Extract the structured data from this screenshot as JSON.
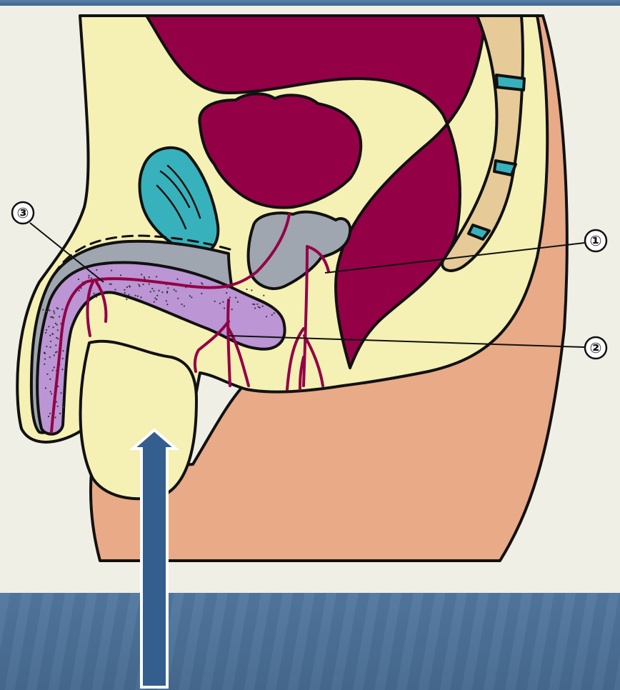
{
  "diagram": {
    "markers": [
      {
        "id": "marker-1",
        "text": "①"
      },
      {
        "id": "marker-2",
        "text": "②"
      },
      {
        "id": "marker-3",
        "text": "③"
      }
    ]
  },
  "colors": {
    "background": "#f0efe6",
    "slide_blue": "#4a6f98",
    "body_yellow": "#f5f0b4",
    "skin": "#e9aa88",
    "organ_maroon": "#930046",
    "bone_teal": "#37b2bc",
    "prostate_gray": "#a0a6b0",
    "corpus_purple": "#bb95d4",
    "vertebra_beige": "#e6cb98",
    "arrow_blue": "#335e8e"
  }
}
